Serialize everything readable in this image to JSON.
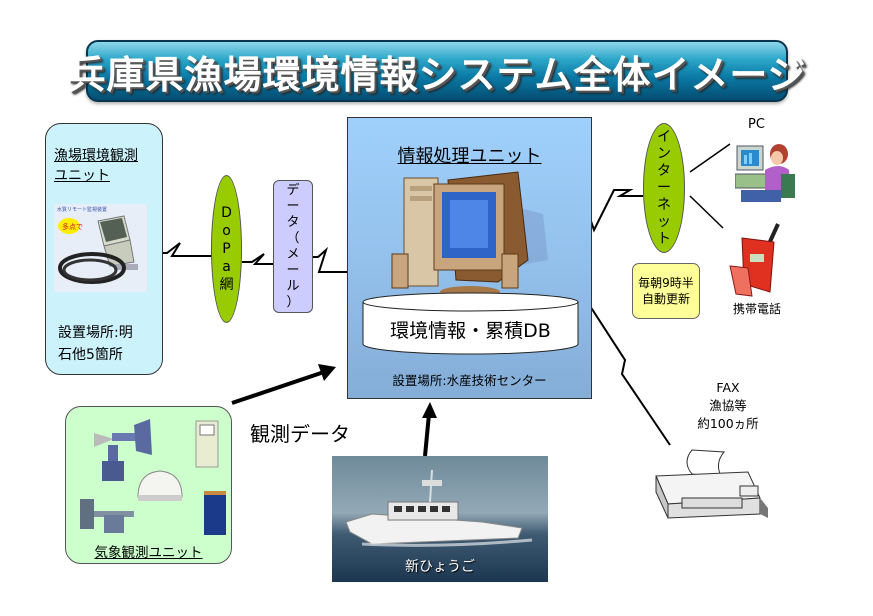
{
  "title": "兵庫県漁場環境情報システム全体イメージ",
  "observation_unit": {
    "title_line1": "漁場環境観測",
    "title_line2": "ユニット",
    "photo_caption": "水質リモート監視装置",
    "photo_badge": "多点で",
    "location_line1": "設置場所:明",
    "location_line2": "石他5箇所"
  },
  "network_dopa": {
    "chars": [
      "D",
      "o",
      "P",
      "a",
      "網"
    ]
  },
  "data_mail": {
    "chars": [
      "デ",
      "ー",
      "タ",
      "（",
      "メ",
      "ー",
      "ル",
      "）"
    ]
  },
  "processing_unit": {
    "title": "情報処理ユニット",
    "database_label": "環境情報・累積DB",
    "location": "設置場所:水産技術センター"
  },
  "internet": {
    "chars": [
      "イ",
      "ン",
      "タ",
      "ー",
      "ネ",
      "ッ",
      "ト"
    ]
  },
  "update_note": {
    "line1": "毎朝9時半",
    "line2": "自動更新"
  },
  "endpoints": {
    "pc_label": "PC",
    "phone_label": "携帯電話",
    "fax_line1": "FAX",
    "fax_line2": "漁協等",
    "fax_line3": "約100ヵ所"
  },
  "weather_unit": {
    "title": "気象観測ユニット"
  },
  "observation_data_label": "観測データ",
  "boat": {
    "name": "新ひょうご"
  },
  "colors": {
    "banner": "#0b7aa6",
    "observation_unit_bg": "#ccf2fc",
    "processing_unit_bg": "#93c1ec",
    "ellipse_green": "#99cc00",
    "data_mail_bg": "#ccccff",
    "update_note_bg": "#ffff99",
    "weather_unit_bg": "#ccffcc"
  }
}
